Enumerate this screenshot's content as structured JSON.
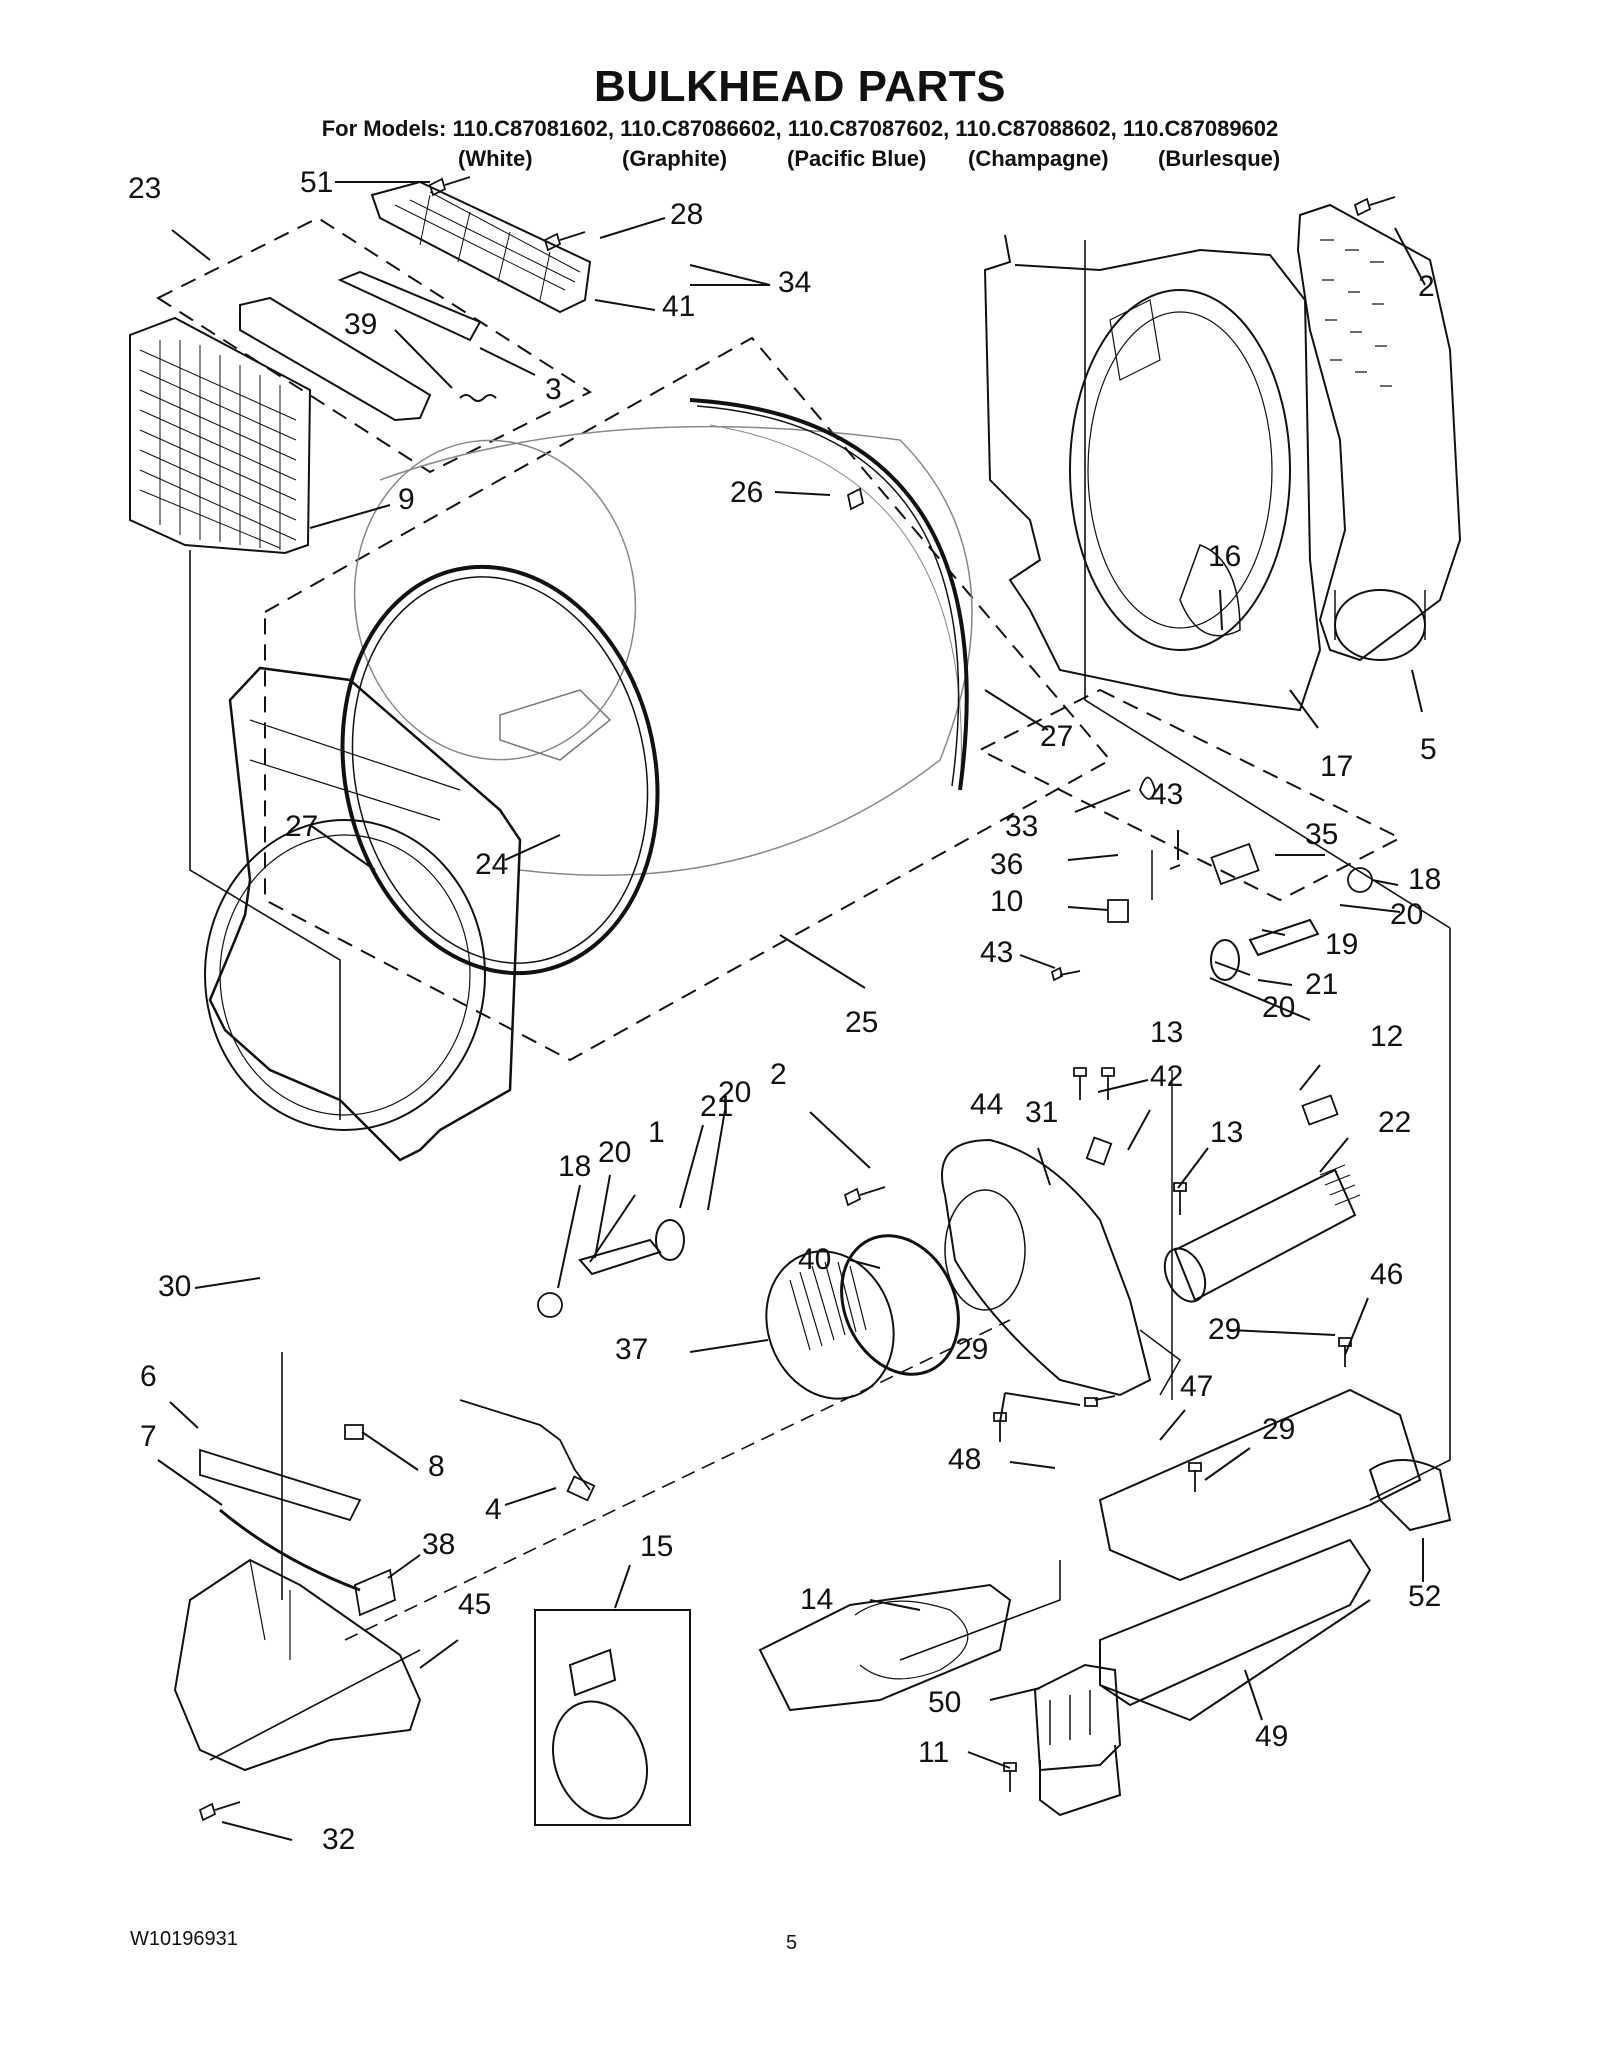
{
  "header": {
    "title": "BULKHEAD PARTS",
    "models": "For Models: 110.C87081602, 110.C87086602, 110.C87087602, 110.C87088602, 110.C87089602",
    "colors": [
      "(White)",
      "(Graphite)",
      "(Pacific Blue)",
      "(Champagne)",
      "(Burlesque)"
    ]
  },
  "callouts": [
    "23",
    "51",
    "28",
    "34",
    "2",
    "39",
    "41",
    "3",
    "9",
    "26",
    "16",
    "27",
    "17",
    "5",
    "33",
    "43",
    "35",
    "18",
    "27",
    "24",
    "36",
    "10",
    "20",
    "19",
    "43",
    "21",
    "20",
    "25",
    "2",
    "13",
    "12",
    "42",
    "44",
    "31",
    "13",
    "22",
    "21",
    "20",
    "20",
    "1",
    "18",
    "40",
    "46",
    "30",
    "29",
    "37",
    "29",
    "47",
    "6",
    "7",
    "48",
    "8",
    "29",
    "4",
    "38",
    "52",
    "15",
    "45",
    "14",
    "50",
    "49",
    "11",
    "32"
  ],
  "footer": {
    "doc_number": "W10196931",
    "page": "5"
  }
}
